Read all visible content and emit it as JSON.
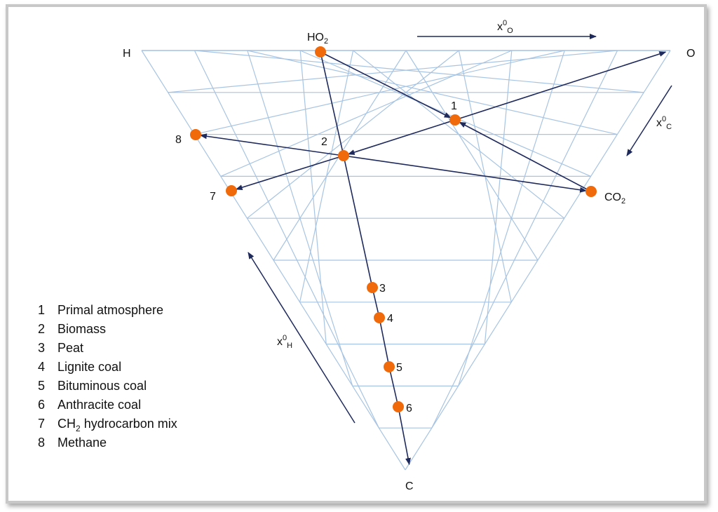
{
  "colors": {
    "grid": "#a7c4e2",
    "arrow": "#1f2a5c",
    "point": "#f06a0c",
    "frame": "#c8c8c8"
  },
  "vertices": {
    "hydrogen": "H",
    "oxygen": "O",
    "carbon": "C"
  },
  "species": {
    "ho2": {
      "main": "HO",
      "sub": "2"
    },
    "co2": {
      "main": "CO",
      "sub": "2"
    }
  },
  "axes": {
    "x_oxygen": {
      "main": "x",
      "sup": "0",
      "sub": "O"
    },
    "x_carbon": {
      "main": "x",
      "sup": "0",
      "sub": "C"
    },
    "x_hydrogen": {
      "main": "x",
      "sup": "0",
      "sub": "H"
    }
  },
  "point_labels": {
    "p1": "1",
    "p2": "2",
    "p3": "3",
    "p4": "4",
    "p5": "5",
    "p6": "6",
    "p7": "7",
    "p8": "8"
  },
  "legend": [
    {
      "num": "1",
      "text": "Primal atmosphere"
    },
    {
      "num": "2",
      "text": "Biomass"
    },
    {
      "num": "3",
      "text": "Peat"
    },
    {
      "num": "4",
      "text": "Lignite coal"
    },
    {
      "num": "5",
      "text": "Bituminous coal"
    },
    {
      "num": "6",
      "text": "Anthracite coal"
    },
    {
      "num": "7",
      "pre": "CH",
      "sub": "2",
      "post": " hydrocarbon mix"
    },
    {
      "num": "8",
      "text": "Methane"
    }
  ]
}
